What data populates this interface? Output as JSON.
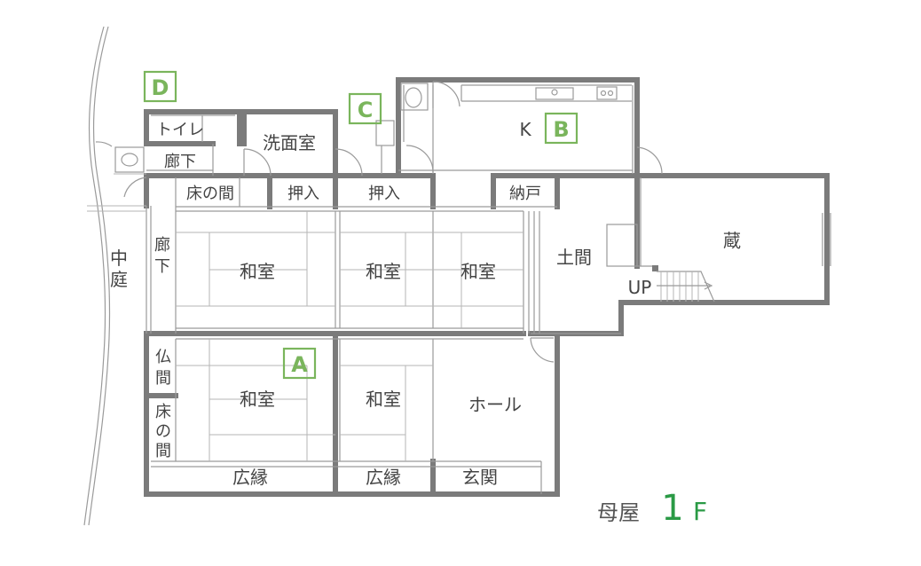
{
  "markers": {
    "A": "A",
    "B": "B",
    "C": "C",
    "D": "D"
  },
  "rooms": {
    "toilet": "トイレ",
    "washroom": "洗面室",
    "corridor_top": "廊下",
    "corridor_left": [
      "廊",
      "下"
    ],
    "tokonoma_top": "床の間",
    "oshiire_1": "押入",
    "oshiire_2": "押入",
    "nando": "納戸",
    "washitsu_1": "和室",
    "washitsu_2": "和室",
    "washitsu_3": "和室",
    "washitsu_4": "和室",
    "washitsu_5": "和室",
    "doma": "土間",
    "kura": "蔵",
    "kitchen": "K",
    "butsuma": [
      "仏",
      "間"
    ],
    "tokonoma_left": [
      "床",
      "の",
      "間"
    ],
    "hiroen_1": "広縁",
    "hiroen_2": "広縁",
    "genkan": "玄関",
    "hall": "ホール",
    "garden": [
      "中",
      "庭"
    ],
    "stairs_up": "UP"
  },
  "title": {
    "building": "母屋",
    "floor_number": "1",
    "floor_unit": "F"
  },
  "colors": {
    "accent": "#7ab55c",
    "title_floor": "#2a9a45",
    "wall": "#7b7b7b",
    "text": "#444444"
  }
}
